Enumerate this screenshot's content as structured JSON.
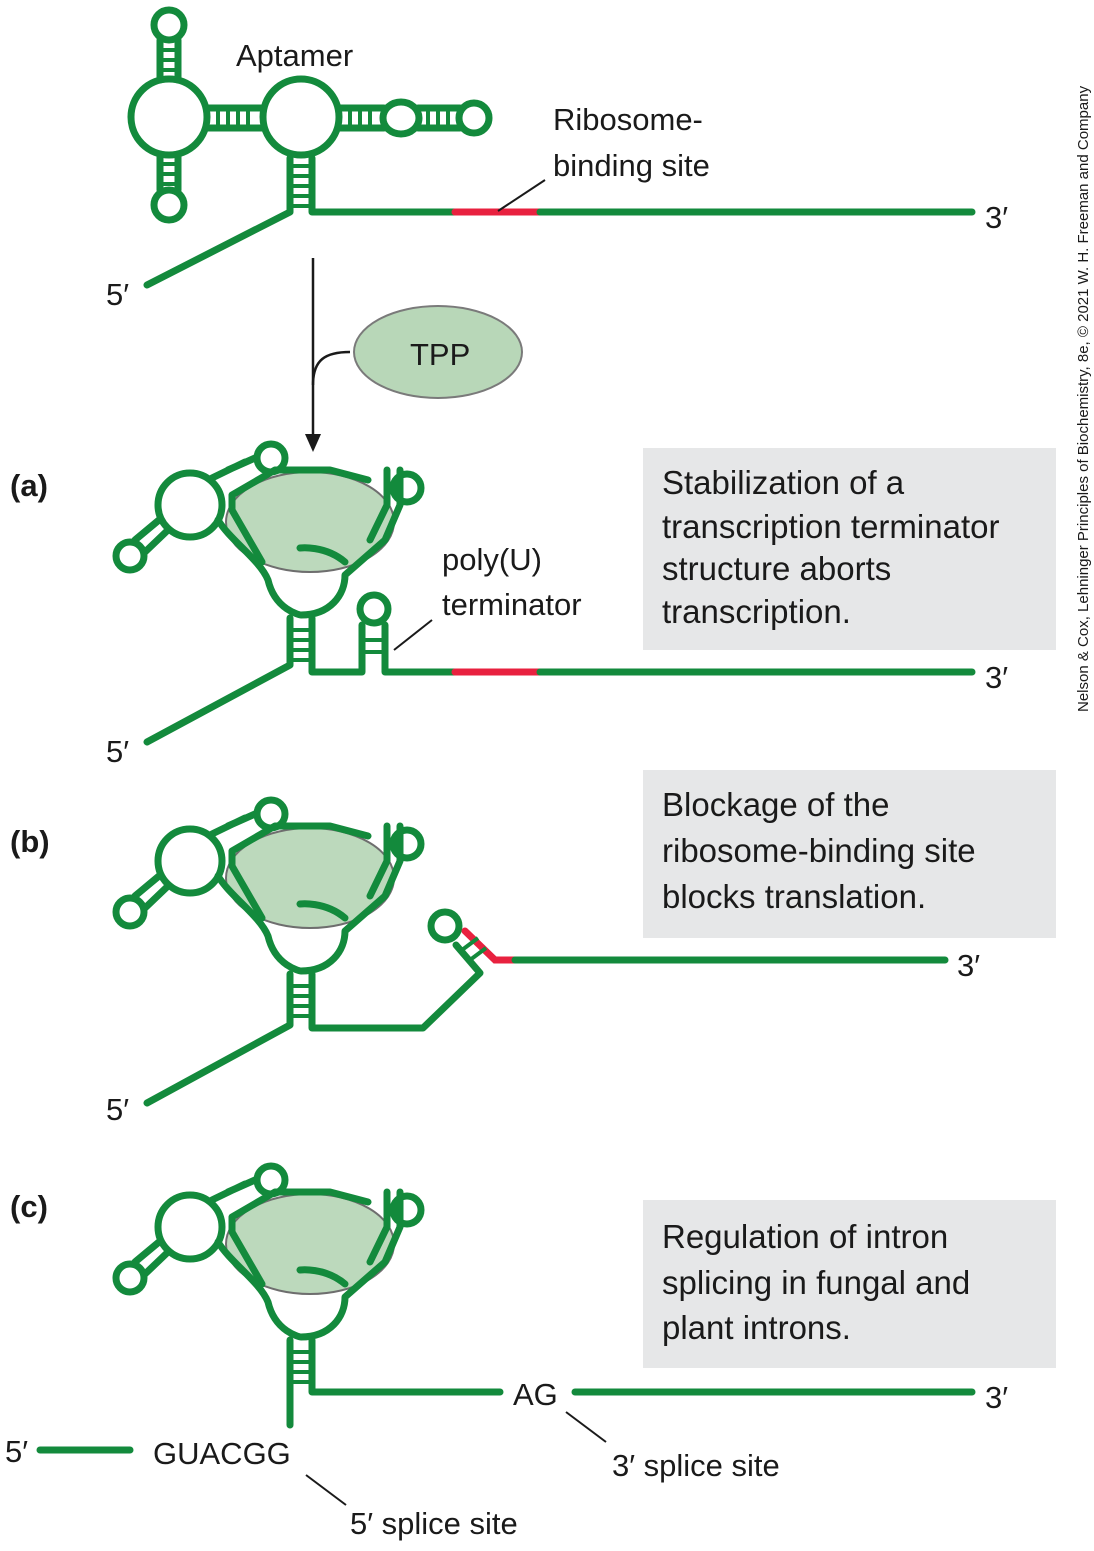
{
  "labels": {
    "aptamer": "Aptamer",
    "rbs_line1": "Ribosome-",
    "rbs_line2": "binding site",
    "five_prime": "5′",
    "three_prime": "3′",
    "tpp": "TPP",
    "poly_u_line1": "poly(U)",
    "poly_u_line2": "terminator",
    "guacgg": "GUACGG",
    "ag": "AG",
    "five_splice": "5′ splice site",
    "three_splice": "3′ splice site"
  },
  "panels": {
    "a": {
      "letter": "(a)",
      "lines": [
        "Stabilization of a",
        "transcription terminator",
        "structure aborts",
        "transcription."
      ]
    },
    "b": {
      "letter": "(b)",
      "lines": [
        "Blockage of the",
        "ribosome-binding site",
        "blocks translation."
      ]
    },
    "c": {
      "letter": "(c)",
      "lines": [
        "Regulation of intron",
        "splicing in fungal and",
        "plant introns."
      ]
    }
  },
  "credit": "Nelson & Cox, Lehninger Principles of Biochemistry, 8e, © 2021 W. H. Freeman and Company",
  "colors": {
    "rna": "#138a3c",
    "ribosome_binding_site": "#e8213f",
    "ligand": "#b8d7b8",
    "note_box": "#e6e7e8"
  }
}
